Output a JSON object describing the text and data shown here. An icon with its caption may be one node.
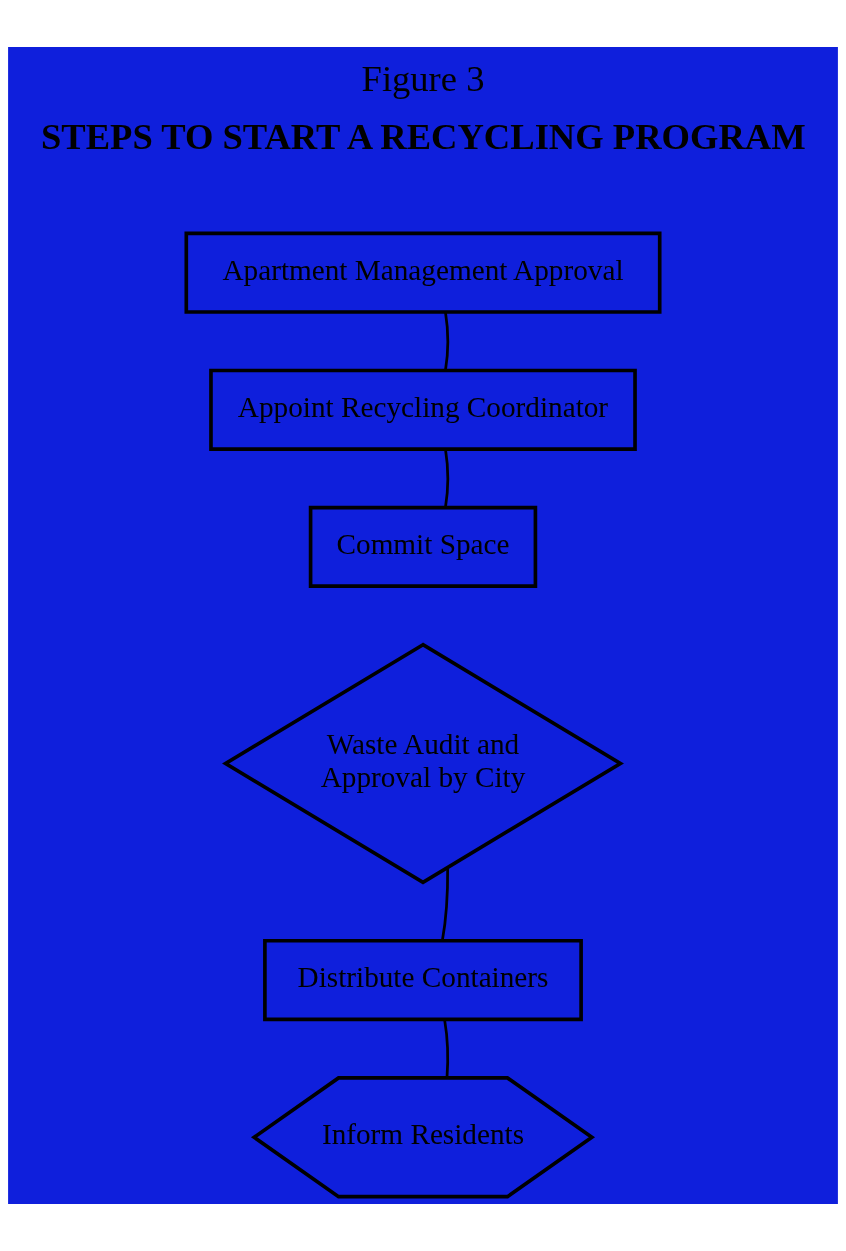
{
  "diagram": {
    "title": "Figure 3",
    "nodes": [
      {
        "text": [
          "Apartment Management Approval"
        ]
      },
      {
        "text": [
          "Appoint Recycling Coordinator"
        ]
      },
      {
        "text": [
          "Commit Space"
        ]
      },
      {
        "text": [
          "Waste Audit and Approval by City"
        ]
      },
      {
        "text": [
          "Distribute Containers"
        ]
      },
      {
        "text": [
          "Inform Residents"
        ]
      }
    ],
    "edges": [
      {
        "from": 0,
        "to": 1,
        "arrow": "none"
      },
      {
        "from": 1,
        "to": 2,
        "arrow": "none"
      },
      {
        "from": 3,
        "to": 4,
        "arrow": "none"
      },
      {
        "from": 4,
        "to": 5,
        "arrow": "none"
      }
    ],
    "labels": [
      "STEPS TO START A RECYCLING PROGRAM"
    ]
  }
}
